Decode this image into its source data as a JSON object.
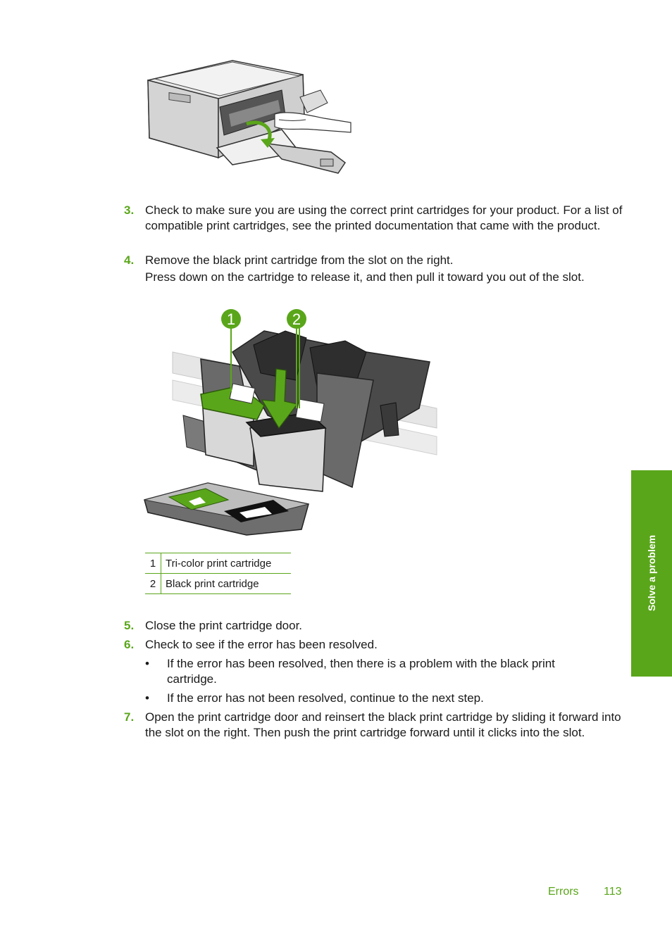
{
  "figure1": {
    "arrow_color": "#5aa61a"
  },
  "step3": {
    "num": "3.",
    "text": "Check to make sure you are using the correct print cartridges for your product. For a list of compatible print cartridges, see the printed documentation that came with the product."
  },
  "step4": {
    "num": "4.",
    "text": "Remove the black print cartridge from the slot on the right.",
    "subtext": "Press down on the cartridge to release it, and then pull it toward you out of the slot."
  },
  "figure2": {
    "callout_1": "1",
    "callout_2": "2",
    "callout_color": "#5aa61a"
  },
  "legend": [
    {
      "num": "1",
      "label": "Tri-color print cartridge"
    },
    {
      "num": "2",
      "label": "Black print cartridge"
    }
  ],
  "step5": {
    "num": "5.",
    "text": "Close the print cartridge door."
  },
  "step6": {
    "num": "6.",
    "text": "Check to see if the error has been resolved.",
    "bullets": [
      "If the error has been resolved, then there is a problem with the black print cartridge.",
      "If the error has not been resolved, continue to the next step."
    ],
    "bullet_symbol": "•"
  },
  "step7": {
    "num": "7.",
    "text": "Open the print cartridge door and reinsert the black print cartridge by sliding it forward into the slot on the right. Then push the print cartridge forward until it clicks into the slot."
  },
  "side_tab": {
    "label": "Solve a problem"
  },
  "footer": {
    "section": "Errors",
    "page": "113"
  },
  "colors": {
    "accent": "#5aa61a"
  }
}
